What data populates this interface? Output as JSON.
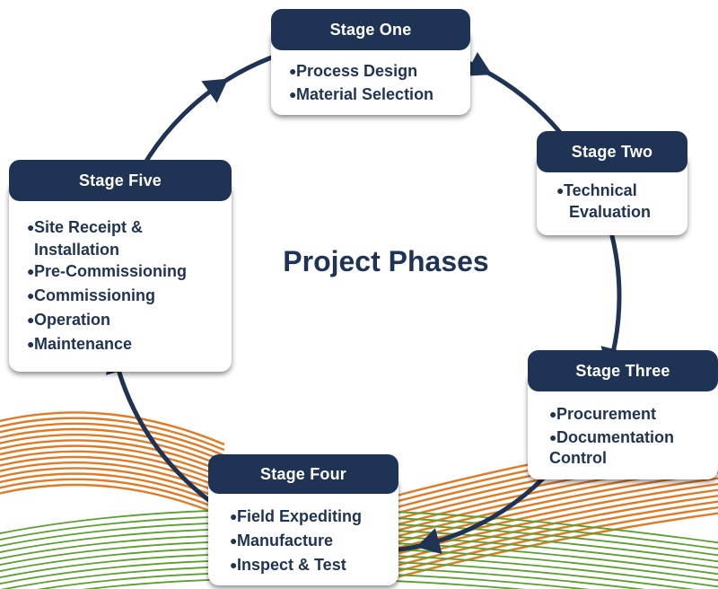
{
  "title": "Project Phases",
  "colors": {
    "navy": "#1f3354",
    "orange": "#e07b25",
    "green": "#5aa02c",
    "white": "#ffffff"
  },
  "stages": [
    {
      "name": "Stage One",
      "items": [
        "Process Design",
        "Material Selection"
      ]
    },
    {
      "name": "Stage Two",
      "items": [
        "Technical",
        "Evaluation"
      ]
    },
    {
      "name": "Stage Three",
      "items": [
        "Procurement",
        "Documentation",
        "Control"
      ]
    },
    {
      "name": "Stage Four",
      "items": [
        "Field Expediting",
        "Manufacture",
        "Inspect & Test"
      ]
    },
    {
      "name": "Stage Five",
      "items": [
        "Site Receipt &",
        "Installation",
        "Pre-Commissioning",
        "Commissioning",
        "Operation",
        "Maintenance"
      ]
    }
  ],
  "stage_bullets": [
    [
      true,
      true
    ],
    [
      true,
      false
    ],
    [
      true,
      true,
      false
    ],
    [
      true,
      true,
      true
    ],
    [
      true,
      false,
      true,
      true,
      true,
      true
    ]
  ]
}
